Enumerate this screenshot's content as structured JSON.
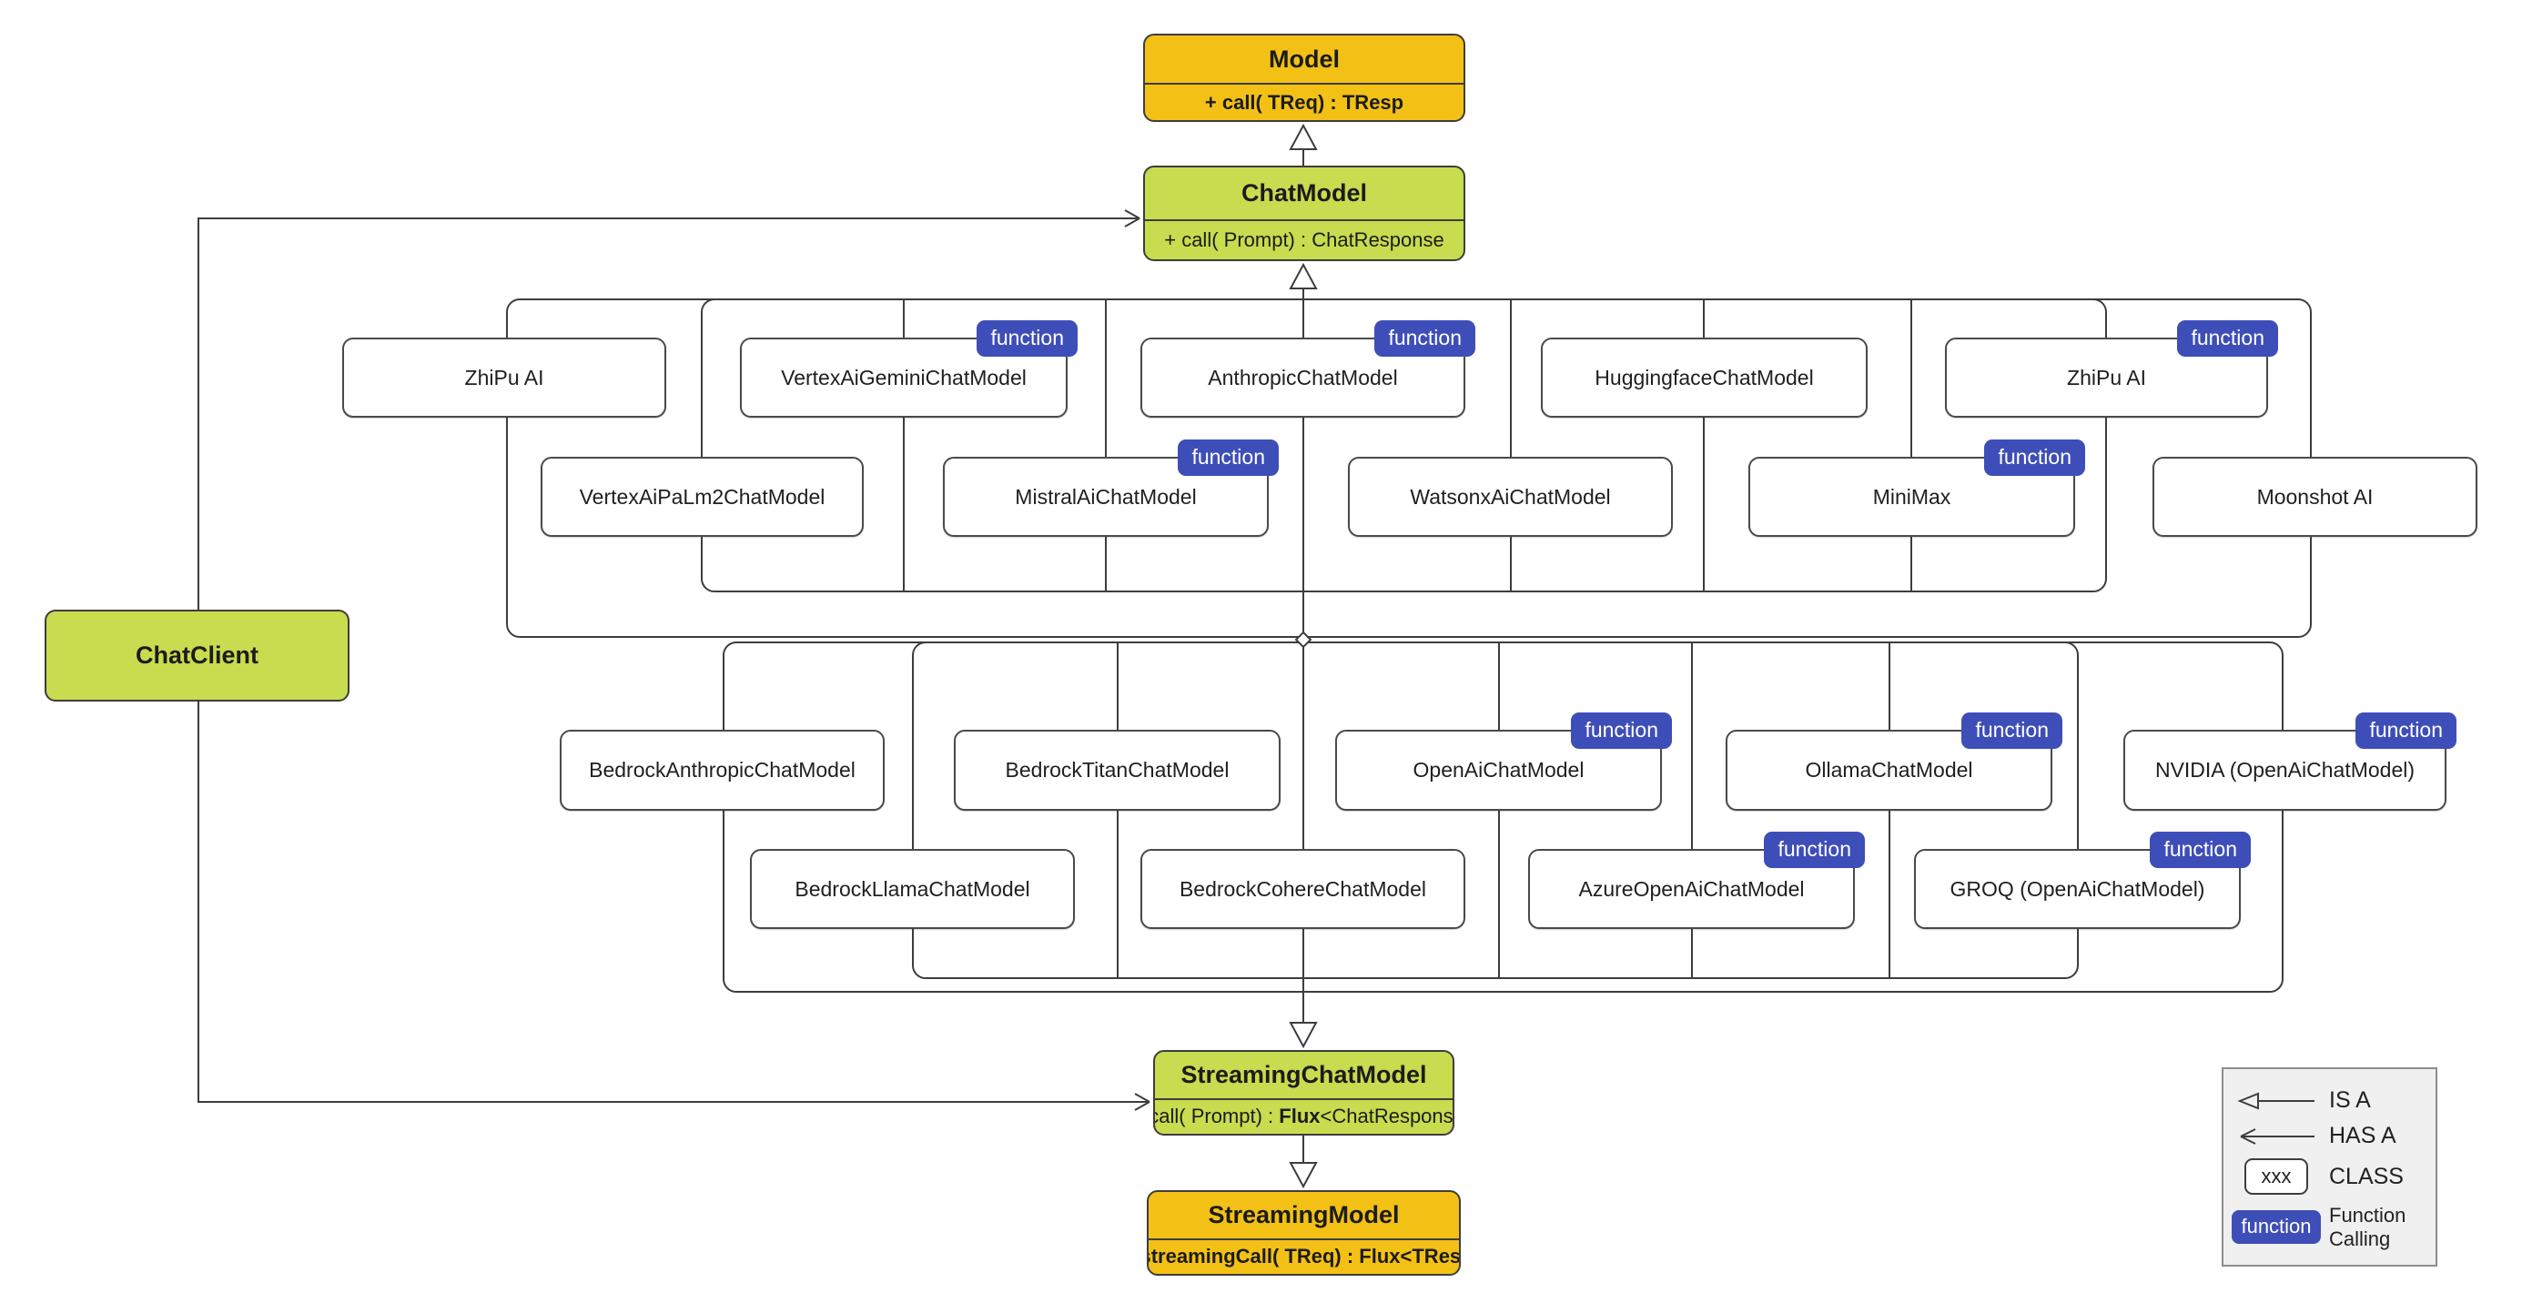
{
  "badge_label": "function",
  "nodes": {
    "model": {
      "title": "Model",
      "method": "+ call( TReq) : TResp"
    },
    "chat_model": {
      "title": "ChatModel",
      "method": "+ call( Prompt) : ChatResponse"
    },
    "chat_client": {
      "title": "ChatClient"
    },
    "streaming_chat_model": {
      "title": "StreamingChatModel",
      "method_pre": "+ call( Prompt) : ",
      "method_bold": "Flux",
      "method_post": "<ChatResponse>"
    },
    "streaming_model": {
      "title": "StreamingModel",
      "method": "+ streamingCall( TReq) : Flux<TResp>"
    }
  },
  "classes": {
    "zhipu_left": {
      "label": "ZhiPu AI",
      "function_calling": false
    },
    "vertex_gemini": {
      "label": "VertexAiGeminiChatModel",
      "function_calling": true
    },
    "anthropic": {
      "label": "AnthropicChatModel",
      "function_calling": true
    },
    "huggingface": {
      "label": "HuggingfaceChatModel",
      "function_calling": false
    },
    "zhipu_right": {
      "label": "ZhiPu AI",
      "function_calling": true
    },
    "vertex_palm2": {
      "label": "VertexAiPaLm2ChatModel",
      "function_calling": false
    },
    "mistral": {
      "label": "MistralAiChatModel",
      "function_calling": true
    },
    "watsonx": {
      "label": "WatsonxAiChatModel",
      "function_calling": false
    },
    "minimax": {
      "label": "MiniMax",
      "function_calling": true
    },
    "moonshot": {
      "label": "Moonshot AI",
      "function_calling": false
    },
    "bedrock_anthropic": {
      "label": "BedrockAnthropicChatModel",
      "function_calling": false
    },
    "bedrock_titan": {
      "label": "BedrockTitanChatModel",
      "function_calling": false
    },
    "openai": {
      "label": "OpenAiChatModel",
      "function_calling": true
    },
    "ollama": {
      "label": "OllamaChatModel",
      "function_calling": true
    },
    "nvidia": {
      "label": "NVIDIA (OpenAiChatModel)",
      "function_calling": true
    },
    "bedrock_llama": {
      "label": "BedrockLlamaChatModel",
      "function_calling": false
    },
    "bedrock_cohere": {
      "label": "BedrockCohereChatModel",
      "function_calling": false
    },
    "azure": {
      "label": "AzureOpenAiChatModel",
      "function_calling": true
    },
    "groq": {
      "label": "GROQ (OpenAiChatModel)",
      "function_calling": true
    }
  },
  "legend": {
    "is_a": "IS A",
    "has_a": "HAS A",
    "class_sample": "xxx",
    "class_label": "CLASS",
    "function_badge": "function",
    "function_calling": "Function Calling"
  },
  "colors": {
    "accent_green": "#C7DC4E",
    "accent_orange": "#F3C116",
    "badge_indigo": "#3E4EB8",
    "line": "#3d3d3d"
  }
}
